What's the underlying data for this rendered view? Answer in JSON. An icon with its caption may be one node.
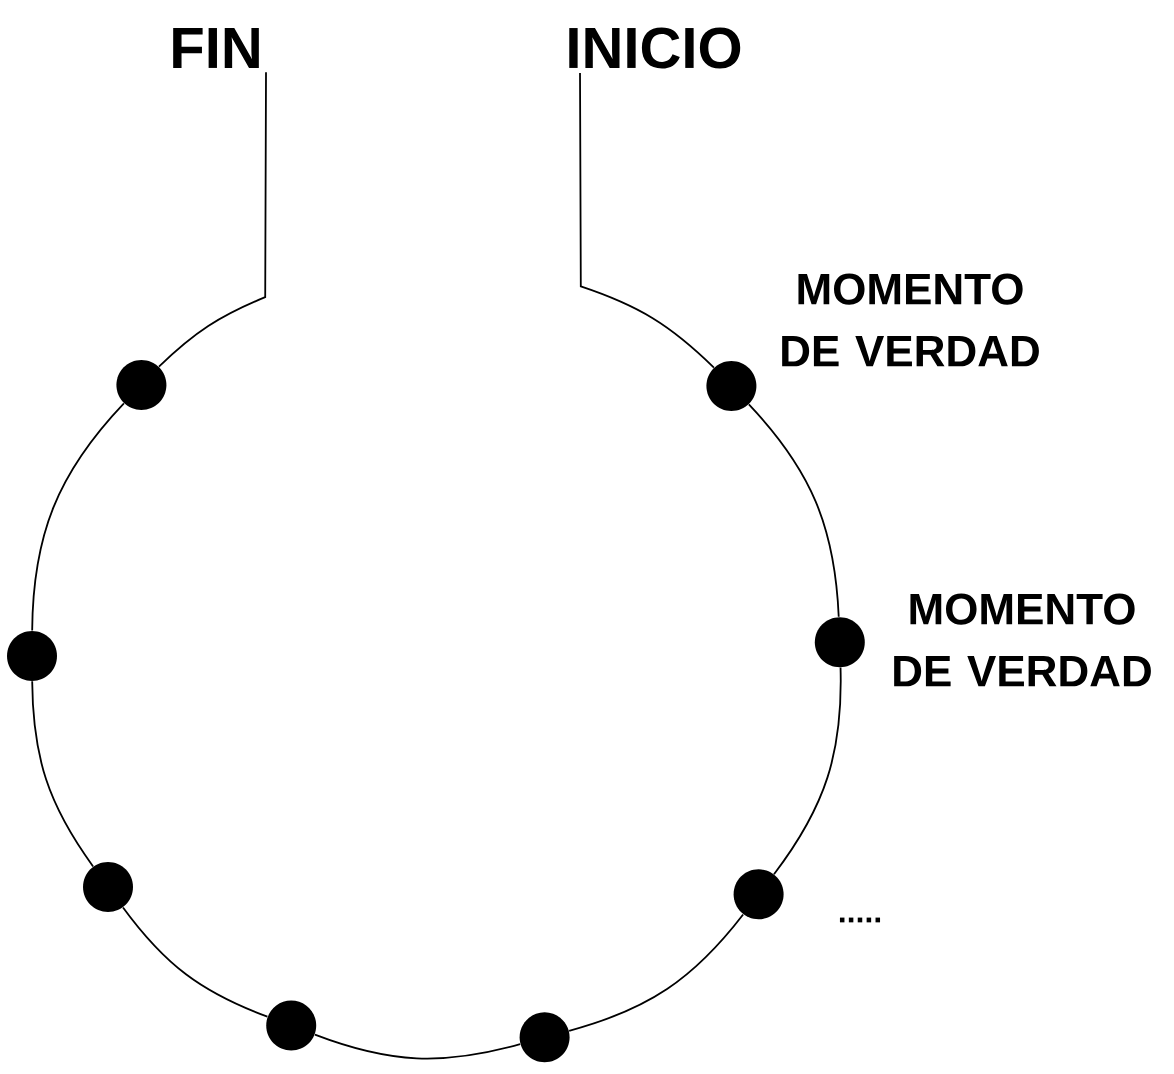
{
  "diagram": {
    "nodes": [
      {
        "text": [
          "FIN"
        ]
      },
      {
        "text": [
          "INICIO"
        ]
      },
      {
        "text": [],
        "shape": "circle"
      },
      {
        "text": [],
        "shape": "circle",
        "beside": [
          "MOMENTO DE VERDAD"
        ]
      },
      {
        "text": [],
        "shape": "circle"
      },
      {
        "text": [],
        "shape": "circle",
        "beside": [
          "MOMENTO DE VERDAD"
        ]
      },
      {
        "text": [],
        "shape": "circle"
      },
      {
        "text": [],
        "shape": "circle"
      },
      {
        "text": [],
        "shape": "circle"
      },
      {
        "text": [],
        "shape": "circle"
      }
    ],
    "edges": [
      {
        "from": 1,
        "to": 3,
        "arrow": "none"
      },
      {
        "from": 3,
        "to": 5,
        "arrow": "none"
      },
      {
        "from": 5,
        "to": 7,
        "arrow": "none"
      },
      {
        "from": 7,
        "to": 9,
        "arrow": "none"
      },
      {
        "from": 9,
        "to": 8,
        "arrow": "none"
      },
      {
        "from": 8,
        "to": 6,
        "arrow": "none"
      },
      {
        "from": 6,
        "to": 4,
        "arrow": "none"
      },
      {
        "from": 4,
        "to": 2,
        "arrow": "none"
      },
      {
        "from": 2,
        "to": 0,
        "arrow": "none"
      }
    ],
    "labels": [
      "....."
    ]
  }
}
